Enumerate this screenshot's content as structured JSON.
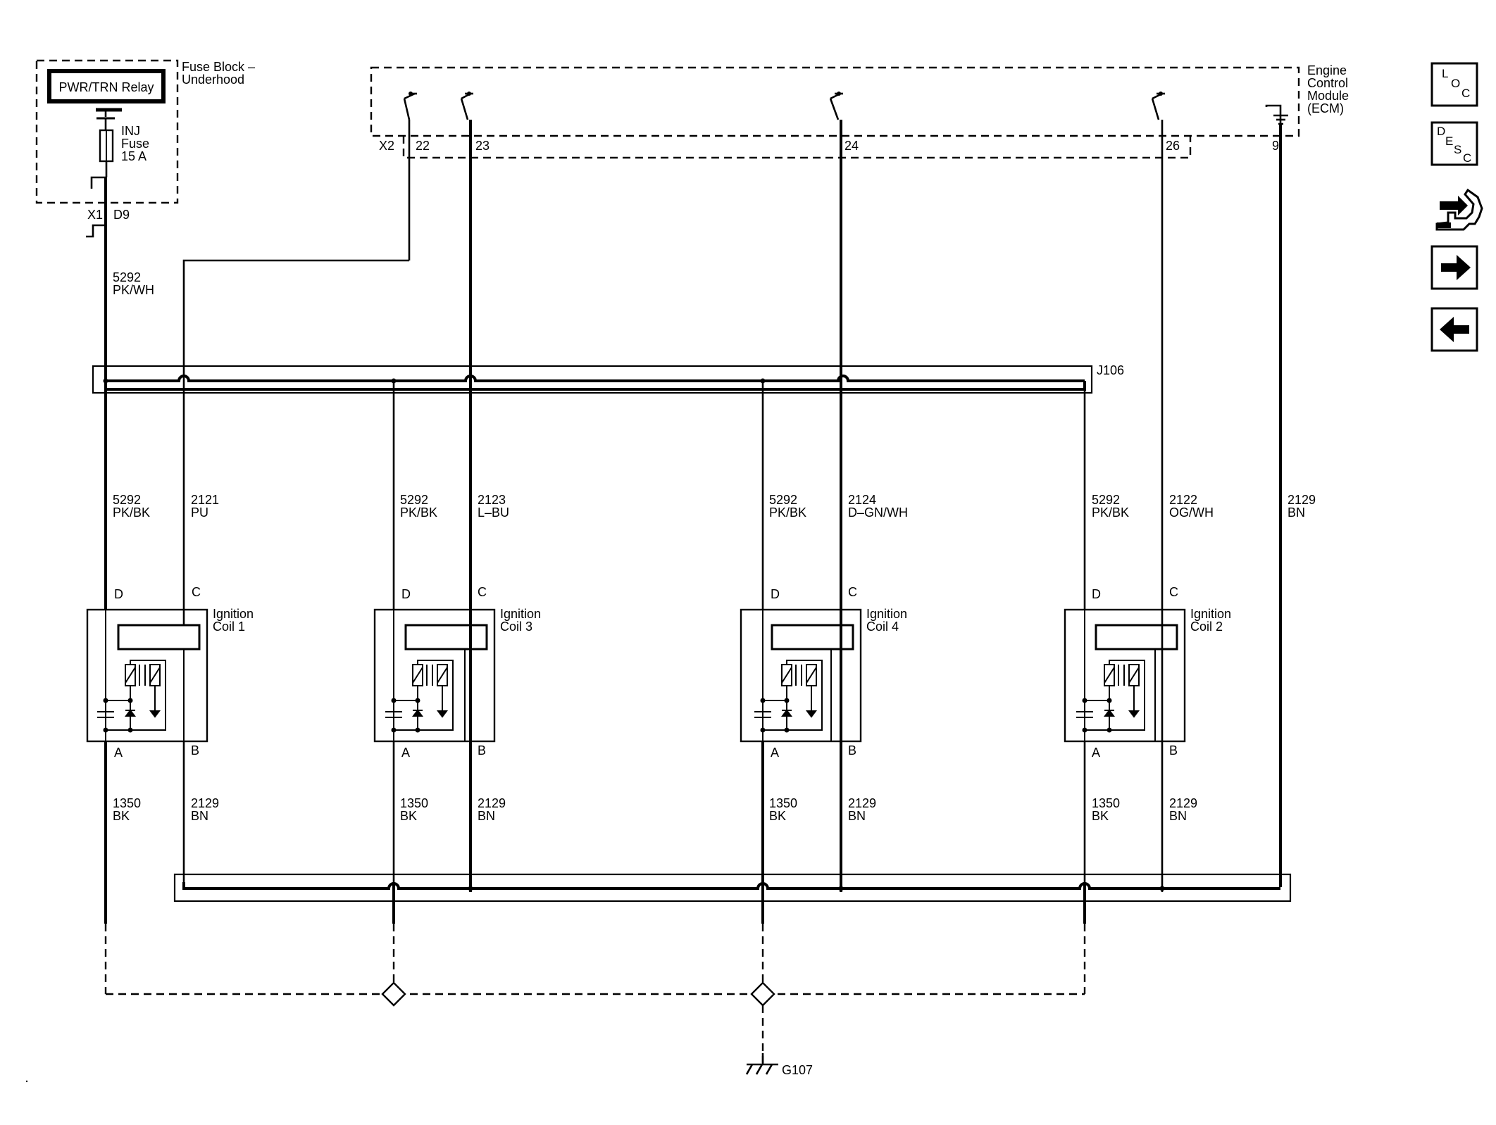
{
  "fuse_block": {
    "title_line1": "Fuse Block –",
    "title_line2": "Underhood",
    "relay_label": "PWR/TRN Relay",
    "fuse_line1": "INJ",
    "fuse_line2": "Fuse",
    "fuse_line3": "15 A",
    "connector": "X1",
    "pin": "D9"
  },
  "ecm": {
    "title_line1": "Engine",
    "title_line2": "Control",
    "title_line3": "Module",
    "title_line4": "(ECM)",
    "connector": "X2",
    "pins": [
      "22",
      "23",
      "24",
      "26",
      "9"
    ]
  },
  "feed_wire": {
    "circuit": "5292",
    "color": "PK/WH"
  },
  "splices": {
    "upper": "J106"
  },
  "coils": [
    {
      "name_line1": "Ignition",
      "name_line2": "Coil 1",
      "pin_d": "D",
      "pin_c": "C",
      "pin_a": "A",
      "pin_b": "B",
      "d_circuit": "5292",
      "d_color": "PK/BK",
      "c_circuit": "2121",
      "c_color": "PU",
      "a_circuit": "1350",
      "a_color": "BK",
      "b_circuit": "2129",
      "b_color": "BN"
    },
    {
      "name_line1": "Ignition",
      "name_line2": "Coil 3",
      "pin_d": "D",
      "pin_c": "C",
      "pin_a": "A",
      "pin_b": "B",
      "d_circuit": "5292",
      "d_color": "PK/BK",
      "c_circuit": "2123",
      "c_color": "L–BU",
      "a_circuit": "1350",
      "a_color": "BK",
      "b_circuit": "2129",
      "b_color": "BN"
    },
    {
      "name_line1": "Ignition",
      "name_line2": "Coil 4",
      "pin_d": "D",
      "pin_c": "C",
      "pin_a": "A",
      "pin_b": "B",
      "d_circuit": "5292",
      "d_color": "PK/BK",
      "c_circuit": "2124",
      "c_color": "D–GN/WH",
      "a_circuit": "1350",
      "a_color": "BK",
      "b_circuit": "2129",
      "b_color": "BN"
    },
    {
      "name_line1": "Ignition",
      "name_line2": "Coil 2",
      "pin_d": "D",
      "pin_c": "C",
      "pin_a": "A",
      "pin_b": "B",
      "d_circuit": "5292",
      "d_color": "PK/BK",
      "c_circuit": "2122",
      "c_color": "OG/WH",
      "a_circuit": "1350",
      "a_color": "BK",
      "b_circuit": "2129",
      "b_color": "BN"
    }
  ],
  "ecm_ground_wire": {
    "circuit": "2129",
    "color": "BN"
  },
  "ground": "G107",
  "nav": {
    "loc": {
      "l1": "L",
      "l2": "O",
      "l3": "C"
    },
    "desc": {
      "l1": "D",
      "l2": "E",
      "l3": "S",
      "l4": "C"
    },
    "icons": [
      "loc-icon",
      "desc-icon",
      "connector-tool-icon",
      "arrow-right-icon",
      "arrow-left-icon"
    ]
  }
}
